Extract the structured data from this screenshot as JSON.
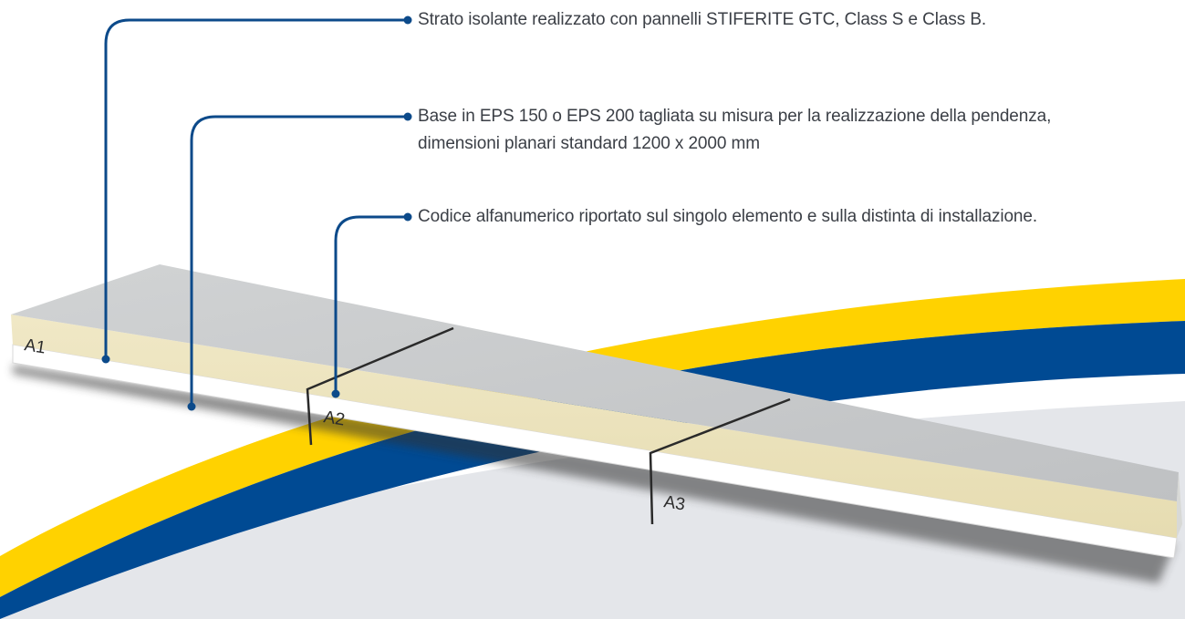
{
  "callouts": [
    {
      "lines": [
        "Strato isolante realizzato con pannelli STIFERITE GTC, Class S e Class B."
      ]
    },
    {
      "lines": [
        "Base in EPS 150 o EPS 200 tagliata su misura per la realizzazione della pendenza,",
        "dimensioni planari standard 1200 x 2000 mm"
      ]
    },
    {
      "lines": [
        "Codice alfanumerico riportato sul singolo elemento e sulla distinta di installazione."
      ]
    }
  ],
  "panels": [
    {
      "code": "A1"
    },
    {
      "code": "A2"
    },
    {
      "code": "A3"
    }
  ],
  "colors": {
    "brand_blue": "#004a93",
    "brand_yellow": "#ffd200",
    "background_grey": "#e4e6ea",
    "leader_line": "#0c4a8a",
    "panel_top": "#c9cbcc",
    "insulation_face": "#ece3bd",
    "eps_face": "#ffffff",
    "joint_line": "#2a2a2a"
  }
}
